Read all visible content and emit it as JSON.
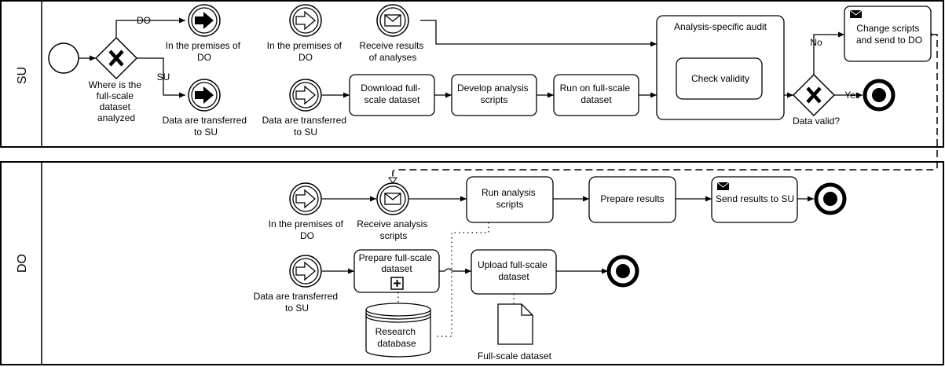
{
  "lanes": {
    "su": "SU",
    "do": "DO"
  },
  "su": {
    "gateway_question": [
      "Where is the",
      "full-scale",
      "dataset",
      "analyzed"
    ],
    "branch_do": "DO",
    "branch_su": "SU",
    "event_premises_throw": [
      "In the premises of",
      "DO"
    ],
    "event_transfer_throw": [
      "Data are transferred",
      "to SU"
    ],
    "event_premises_catch": [
      "In the premises of",
      "DO"
    ],
    "event_receive_results": [
      "Receive results",
      "of analyses"
    ],
    "event_transfer_catch": [
      "Data are transferred",
      "to SU"
    ],
    "task_download": [
      "Download full-",
      "scale dataset"
    ],
    "task_develop": [
      "Develop analysis",
      "scripts"
    ],
    "task_run_full": [
      "Run on full-scale",
      "dataset"
    ],
    "subprocess_title": "Analysis-specific audit",
    "task_check_validity": "Check validity",
    "gateway_valid": "Data valid?",
    "label_no": "No",
    "label_yes": "Yes",
    "task_change_scripts": [
      "Change scripts",
      "and send to DO"
    ]
  },
  "do": {
    "event_premises": [
      "In the premises of",
      "DO"
    ],
    "event_receive_scripts": [
      "Receive analysis",
      "scripts"
    ],
    "task_run_analysis": [
      "Run analysis",
      "scripts"
    ],
    "task_prepare_results": "Prepare results",
    "task_send_results": "Send results to SU",
    "event_transfer": [
      "Data are transferred",
      "to SU"
    ],
    "task_prepare_dataset": [
      "Prepare full-scale",
      "dataset"
    ],
    "task_upload": [
      "Upload full-scale",
      "dataset"
    ],
    "datastore_research": [
      "Research",
      "database"
    ],
    "data_object": "Full-scale dataset"
  }
}
